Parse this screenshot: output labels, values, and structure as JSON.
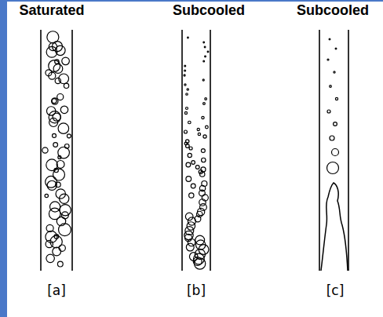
{
  "diagram": {
    "labels": [
      "Saturated",
      "Subcooled",
      "Subcooled",
      "[a]",
      "[b]",
      "[c]"
    ]
  }
}
